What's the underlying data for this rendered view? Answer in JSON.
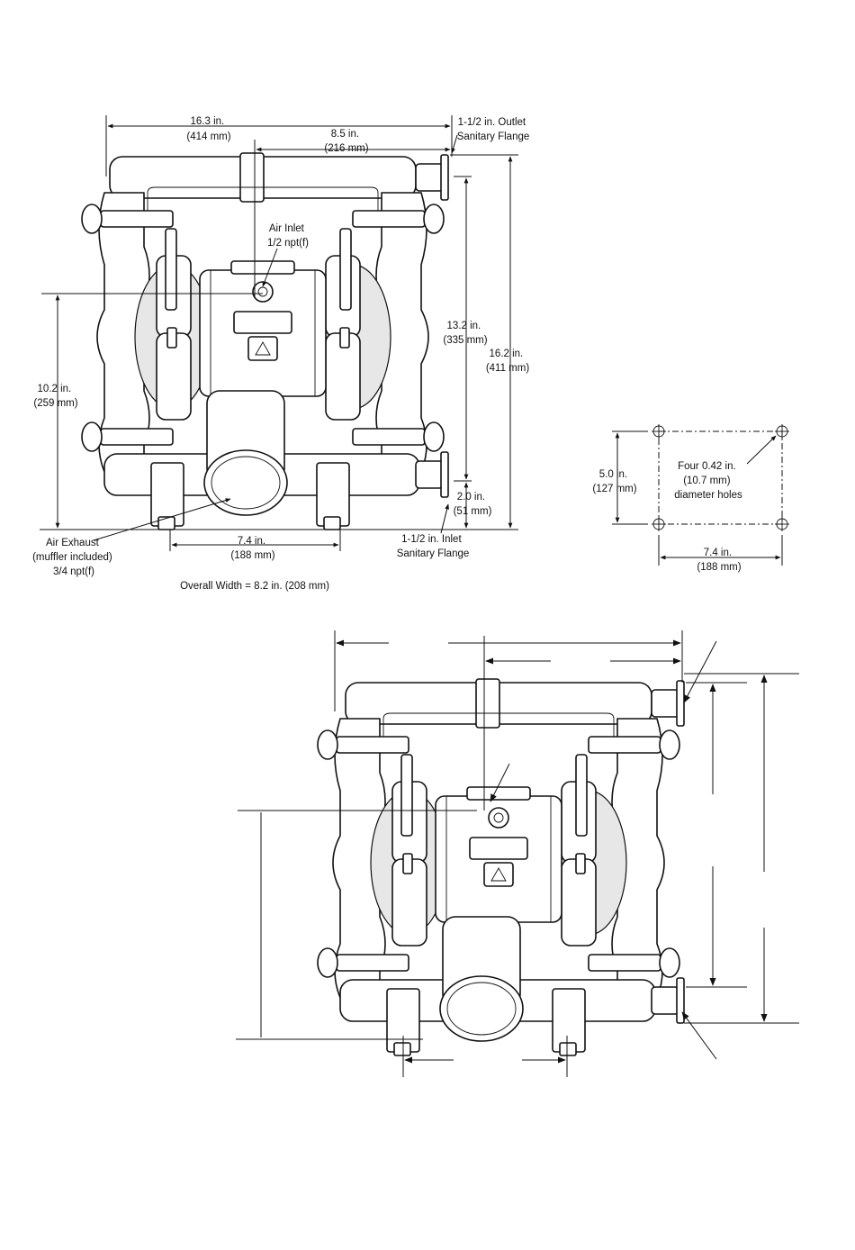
{
  "top_view": {
    "dim_overall_width": {
      "line1": "16.3 in.",
      "line2": "(414 mm)"
    },
    "dim_center_to_outlet": {
      "line1": "8.5 in.",
      "line2": "(216 mm)"
    },
    "outlet_label": {
      "line1": "1-1/2 in. Outlet",
      "line2": "Sanitary Flange"
    },
    "air_inlet_label": {
      "line1": "Air Inlet",
      "line2": "1/2 npt(f)"
    },
    "dim_height_inlet": {
      "line1": "10.2 in.",
      "line2": "(259 mm)"
    },
    "dim_outlet_to_inlet": {
      "line1": "13.2 in.",
      "line2": "(335 mm)"
    },
    "dim_overall_height": {
      "line1": "16.2 in.",
      "line2": "(411 mm)"
    },
    "dim_inlet_height": {
      "line1": "2.0 in.",
      "line2": "(51 mm)"
    },
    "inlet_label": {
      "line1": "1-1/2 in. Inlet",
      "line2": "Sanitary Flange"
    },
    "air_exhaust_label": {
      "line1": "Air Exhaust",
      "line2": "(muffler included)",
      "line3": "3/4 npt(f)"
    },
    "dim_foot_spacing": {
      "line1": "7.4 in.",
      "line2": "(188 mm)"
    },
    "overall_width_note": "Overall Width = 8.2 in. (208 mm)"
  },
  "mounting_pattern": {
    "dim_vertical": {
      "line1": "5.0 in.",
      "line2": "(127 mm)"
    },
    "holes_label": {
      "line1": "Four 0.42 in.",
      "line2": "(10.7 mm)",
      "line3": "diameter holes"
    },
    "dim_horizontal": {
      "line1": "7.4 in.",
      "line2": "(188 mm)"
    }
  }
}
